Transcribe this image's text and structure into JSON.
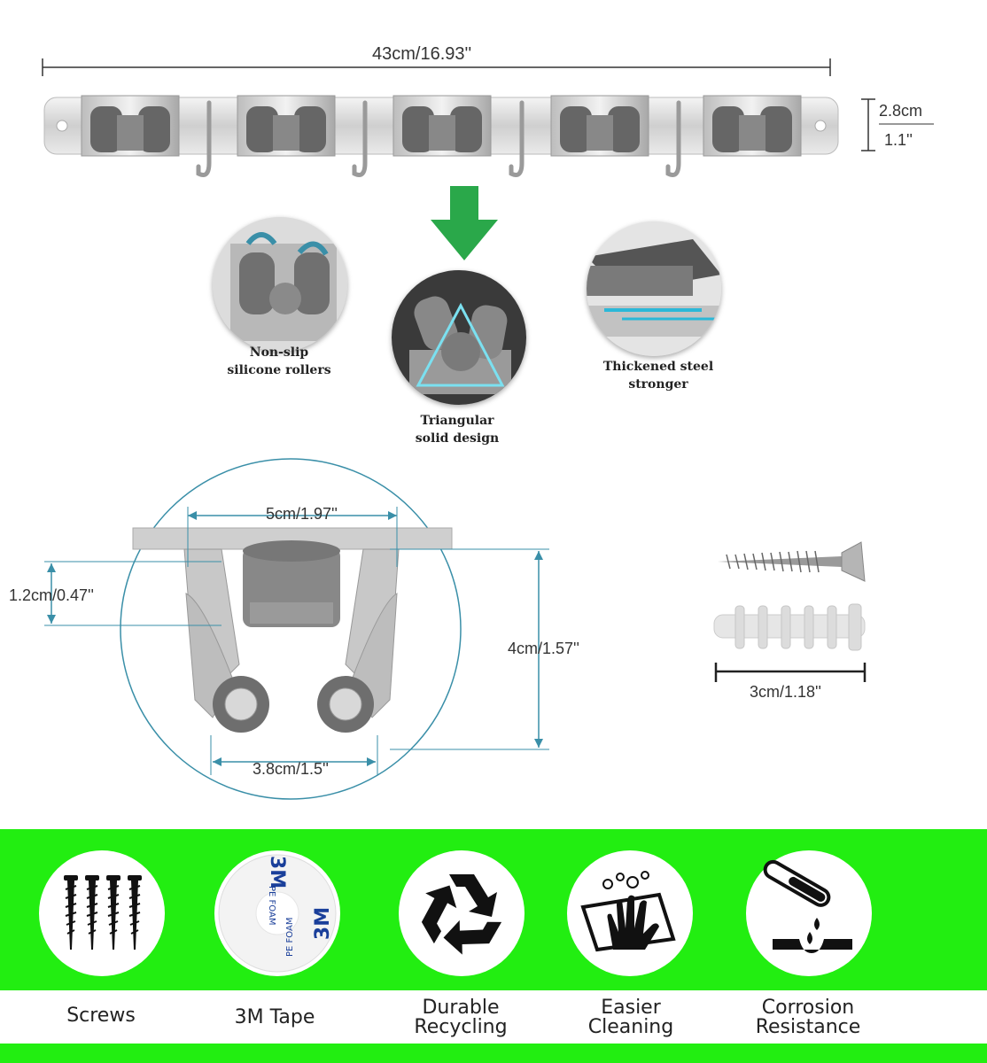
{
  "top_rack": {
    "length_label": "43cm/16.93''",
    "height_label_cm": "2.8cm",
    "height_label_in": "1.1''"
  },
  "details": [
    {
      "label": "Non-slip\nsilicone rollers",
      "line1": "Non-slip",
      "line2": "silicone rollers"
    },
    {
      "label": "Triangular solid design",
      "line1": "Triangular",
      "line2": "solid design"
    },
    {
      "label": "Thickened steel stronger",
      "line1": "Thickened steel",
      "line2": "stronger"
    }
  ],
  "clip_dims": {
    "width_top": "5cm/1.97''",
    "depth": "1.2cm/0.47''",
    "height": "4cm/1.57''",
    "width_bottom": "3.8cm/1.5''"
  },
  "screw_dims": {
    "length": "3cm/1.18''"
  },
  "features": [
    {
      "line1": "Screws",
      "line2": "",
      "icon": "screws-icon"
    },
    {
      "line1": "3M Tape",
      "line2": "",
      "icon": "tape-icon"
    },
    {
      "line1": "Durable",
      "line2": "Recycling",
      "icon": "recycle-icon"
    },
    {
      "line1": "Easier",
      "line2": "Cleaning",
      "icon": "cleaning-icon"
    },
    {
      "line1": "Corrosion",
      "line2": "Resistance",
      "icon": "corrosion-icon"
    }
  ],
  "tape_text": {
    "brand": "3M",
    "sub": "PE FOAM"
  },
  "colors": {
    "band": "#22ee11",
    "arrow": "#2aa84a",
    "teal": "#3a8fa8"
  }
}
